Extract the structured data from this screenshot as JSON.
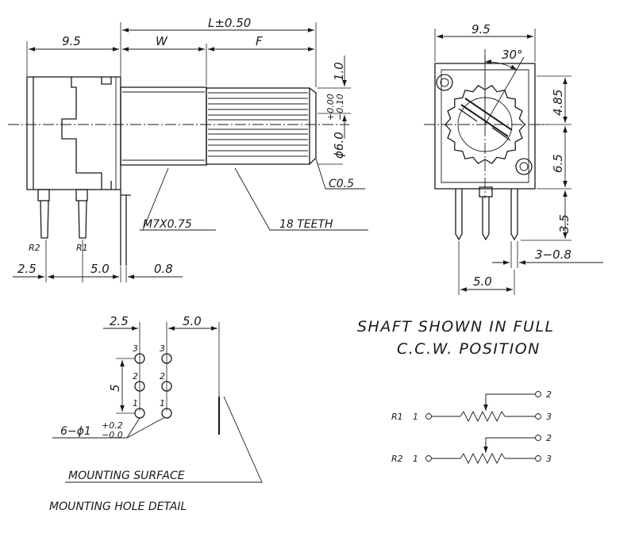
{
  "side_view": {
    "dim_body_width": "9.5",
    "dim_total_length": "L±0.50",
    "dim_w": "W",
    "dim_f": "F",
    "dim_top_offset": "1.0",
    "dim_shaft_dia": "ϕ6.0",
    "dim_shaft_tol_upper": "+0.00",
    "dim_shaft_tol_lower": "−0.10",
    "label_chamfer": "C0.5",
    "label_thread": "M7X0.75",
    "label_teeth": "18 TEETH",
    "label_r2": "R2",
    "label_r1": "R1",
    "dim_pin_offset": "2.5",
    "dim_pin_pitch": "5.0",
    "dim_tab_thickness": "0.8"
  },
  "front_view": {
    "dim_width": "9.5",
    "dim_angle": "30°",
    "dim_upper": "4.85",
    "dim_middle": "6.5",
    "dim_pin_length": "3.5",
    "dim_tab": "3−0.8",
    "dim_pin_spacing": "5.0"
  },
  "hole_detail": {
    "dim_left": "2.5",
    "dim_right": "5.0",
    "dim_vertical": "5",
    "hole_labels": [
      "3",
      "3",
      "2",
      "2",
      "1",
      "1"
    ],
    "hole_callout": "6−ϕ1",
    "hole_tol_upper": "+0.2",
    "hole_tol_lower": "−0.0",
    "label_mounting_surface": "MOUNTING SURFACE",
    "title": "MOUNTING HOLE DETAIL"
  },
  "notes": {
    "line1": "SHAFT SHOWN IN FULL",
    "line2": "C.C.W. POSITION"
  },
  "schematic": {
    "r1_label": "R1",
    "r2_label": "R2",
    "terminal_1": "1",
    "terminal_2": "2",
    "terminal_3": "3"
  }
}
